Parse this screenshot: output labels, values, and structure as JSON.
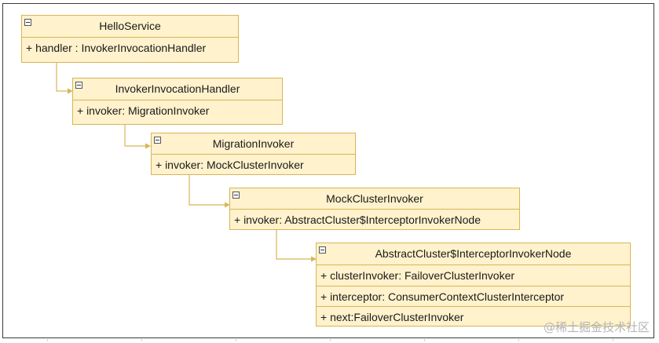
{
  "classes": [
    {
      "name": "HelloService",
      "fields": [
        "+ handler :  InvokerInvocationHandler"
      ]
    },
    {
      "name": "InvokerInvocationHandler",
      "fields": [
        "+ invoker: MigrationInvoker"
      ]
    },
    {
      "name": "MigrationInvoker",
      "fields": [
        "+ invoker: MockClusterInvoker"
      ]
    },
    {
      "name": "MockClusterInvoker",
      "fields": [
        "+ invoker: AbstractCluster$InterceptorInvokerNode"
      ]
    },
    {
      "name": "AbstractCluster$InterceptorInvokerNode",
      "fields": [
        "+ clusterInvoker: FailoverClusterInvoker",
        "+ interceptor: ConsumerContextClusterInterceptor",
        "+ next:FailoverClusterInvoker"
      ]
    }
  ],
  "colors": {
    "box_fill": "#fff2cc",
    "box_stroke": "#d6b656",
    "frame": "#3a3a3a"
  },
  "watermark": "@稀土掘金技术社区"
}
